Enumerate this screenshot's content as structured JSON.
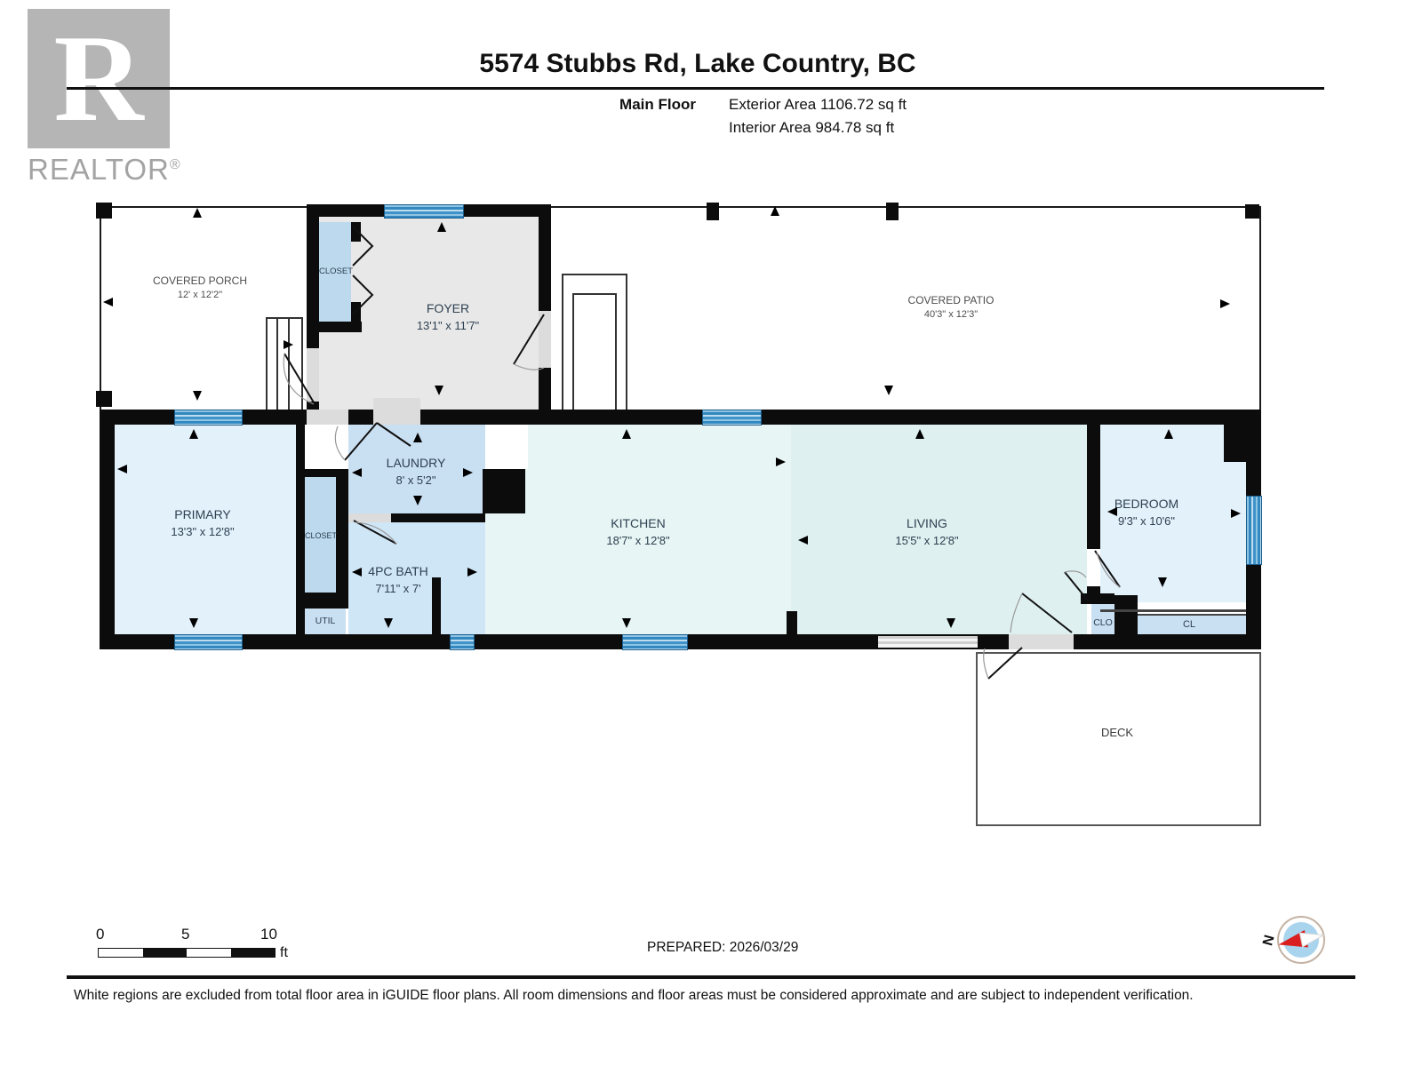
{
  "header": {
    "logo_r": "R",
    "logo_text": "REALTOR",
    "logo_reg": "®",
    "title": "5574 Stubbs Rd, Lake Country, BC",
    "floor_label": "Main Floor",
    "exterior_area": "Exterior Area 1106.72 sq ft",
    "interior_area": "Interior Area 984.78 sq ft"
  },
  "rooms": {
    "covered_porch": {
      "name": "COVERED PORCH",
      "dims": "12' x 12'2\""
    },
    "foyer_closet": {
      "name": "CLOSET"
    },
    "foyer": {
      "name": "FOYER",
      "dims": "13'1\" x 11'7\""
    },
    "covered_patio": {
      "name": "COVERED PATIO",
      "dims": "40'3\" x 12'3\""
    },
    "primary": {
      "name": "PRIMARY",
      "dims": "13'3\" x 12'8\""
    },
    "primary_closet": {
      "name": "CLOSET"
    },
    "util": {
      "name": "UTIL"
    },
    "laundry": {
      "name": "LAUNDRY",
      "dims": "8' x 5'2\""
    },
    "bath": {
      "name": "4PC BATH",
      "dims": "7'11\" x 7'"
    },
    "kitchen": {
      "name": "KITCHEN",
      "dims": "18'7\" x 12'8\""
    },
    "living": {
      "name": "LIVING",
      "dims": "15'5\" x 12'8\""
    },
    "bedroom": {
      "name": "BEDROOM",
      "dims": "9'3\" x 10'6\""
    },
    "clo": {
      "name": "CLO"
    },
    "cl": {
      "name": "CL"
    },
    "deck": {
      "name": "DECK"
    }
  },
  "scale_bar": {
    "tick0": "0",
    "tick5": "5",
    "tick10": "10",
    "unit": "ft"
  },
  "prepared": "PREPARED: 2026/03/29",
  "compass": {
    "north": "N"
  },
  "footer": "White regions are excluded from total floor area in iGUIDE floor plans. All room dimensions and floor areas must be considered approximate and are subject to independent verification.",
  "colors": {
    "wall": "#0c0c0c",
    "foyer_gray": "#e8e8e8",
    "pale_blue": "#e3f1fb",
    "mid_blue": "#c9dff2",
    "closet_blue": "#bcd9ee",
    "bath_blue": "#cfe6f7",
    "kitchen_cyan": "#e7f6f5",
    "living_cyan": "#dff0f0",
    "window_blue": "#3f93c9",
    "logo_gray": "#b5b5b5"
  }
}
